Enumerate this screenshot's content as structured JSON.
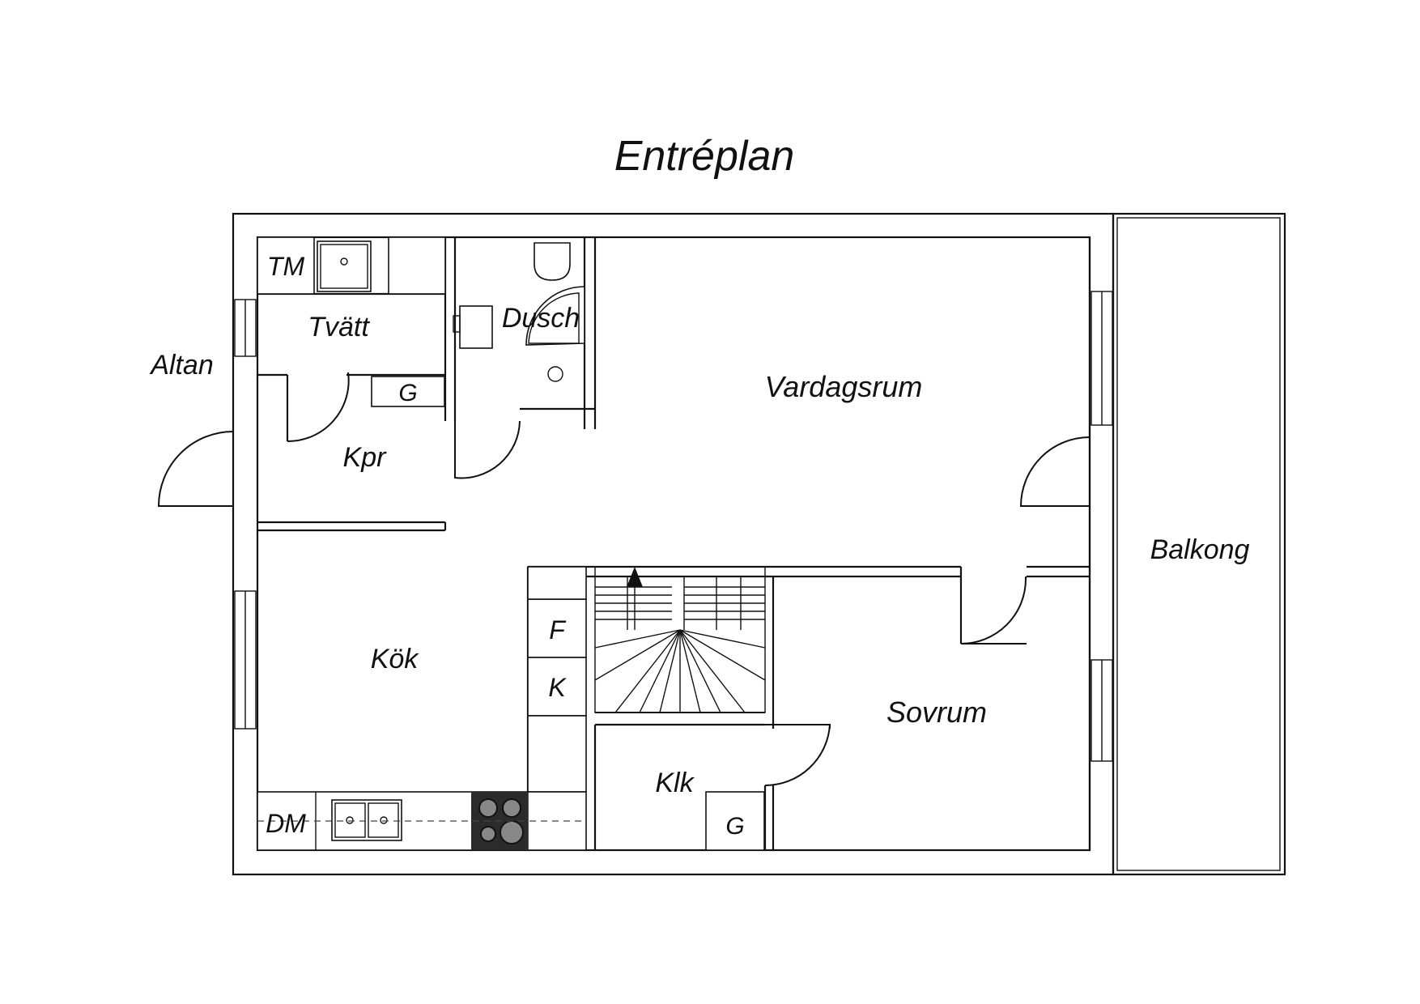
{
  "title": "Entréplan",
  "rooms": {
    "altan": "Altan",
    "tm": "TM",
    "tvatt": "Tvätt",
    "dusch": "Dusch",
    "g_upper": "G",
    "kpr": "Kpr",
    "vardagsrum": "Vardagsrum",
    "balkong": "Balkong",
    "f": "F",
    "k": "K",
    "kok": "Kök",
    "sovrum": "Sovrum",
    "klk": "Klk",
    "g_lower": "G",
    "dm": "DM"
  },
  "colors": {
    "line": "#111111",
    "stove": "#2b2b2b",
    "background": "#ffffff"
  }
}
